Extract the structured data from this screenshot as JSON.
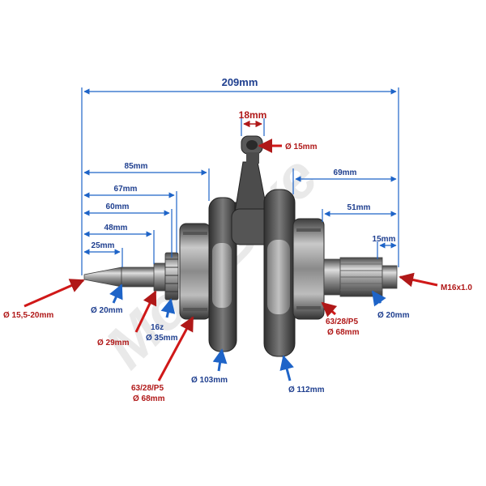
{
  "colors": {
    "dimension": "#1e64c8",
    "label_blue": "#1f3f8f",
    "label_red": "#b01818",
    "arrow_red": "#d01818",
    "metal": "#5b5b5b"
  },
  "dimensions": {
    "total_length": "209mm",
    "crank_pin_width": "18mm",
    "left_85": "85mm",
    "left_67": "67mm",
    "left_60": "60mm",
    "left_48": "48mm",
    "left_25": "25mm",
    "right_69": "69mm",
    "right_51": "51mm",
    "right_15": "15mm"
  },
  "callouts": {
    "rod_small_end": "Ø 15mm",
    "left_taper": "Ø 15,5-20mm",
    "left_shaft": "Ø 20mm",
    "left_seat": "Ø 29mm",
    "sprocket_teeth": "16z",
    "sprocket_dia": "Ø 35mm",
    "left_bearing_code": "63/28/P5",
    "left_bearing_dia": "Ø 68mm",
    "left_flywheel": "Ø 103mm",
    "right_flywheel": "Ø 112mm",
    "right_bearing_code": "63/28/P5",
    "right_bearing_dia": "Ø 68mm",
    "right_shaft": "Ø 20mm",
    "thread": "M16x1.0"
  },
  "watermark": "MotoBike"
}
